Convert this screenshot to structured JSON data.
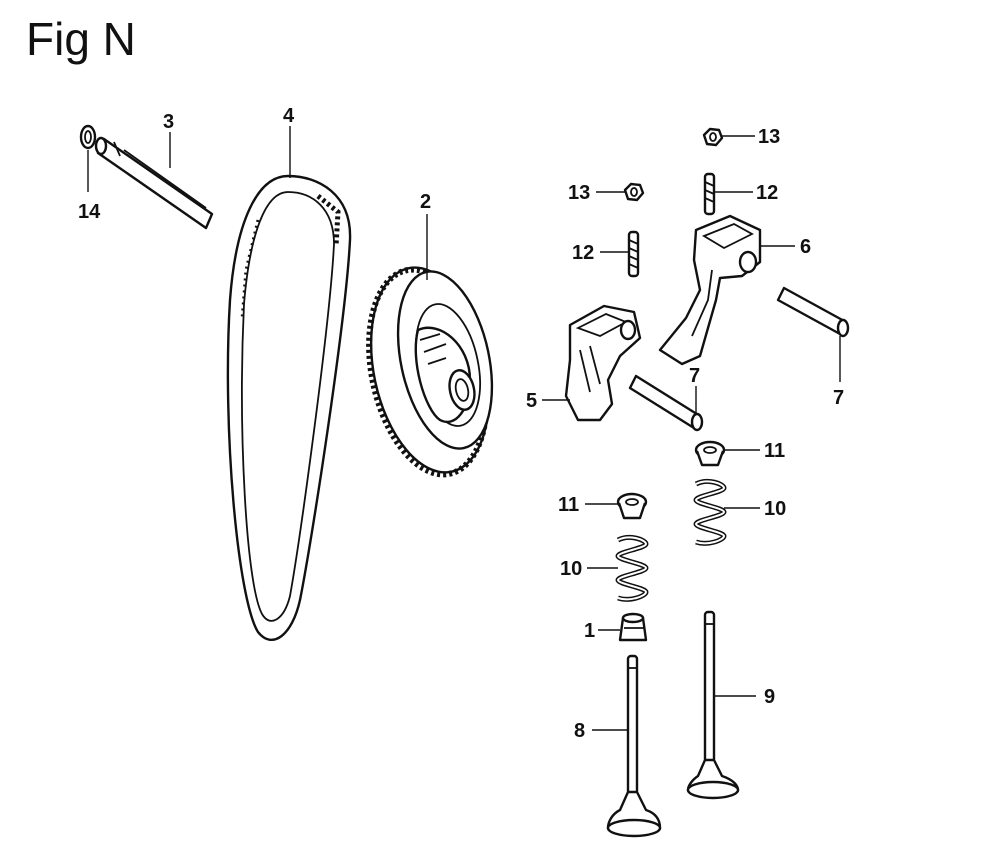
{
  "figure": {
    "title": "Fig N"
  },
  "callouts": {
    "c1": "1",
    "c2": "2",
    "c3": "3",
    "c4": "4",
    "c5": "5",
    "c6": "6",
    "c7a": "7",
    "c7b": "7",
    "c8": "8",
    "c9": "9",
    "c10a": "10",
    "c10b": "10",
    "c11a": "11",
    "c11b": "11",
    "c12a": "12",
    "c12b": "12",
    "c13a": "13",
    "c13b": "13",
    "c14": "14"
  }
}
